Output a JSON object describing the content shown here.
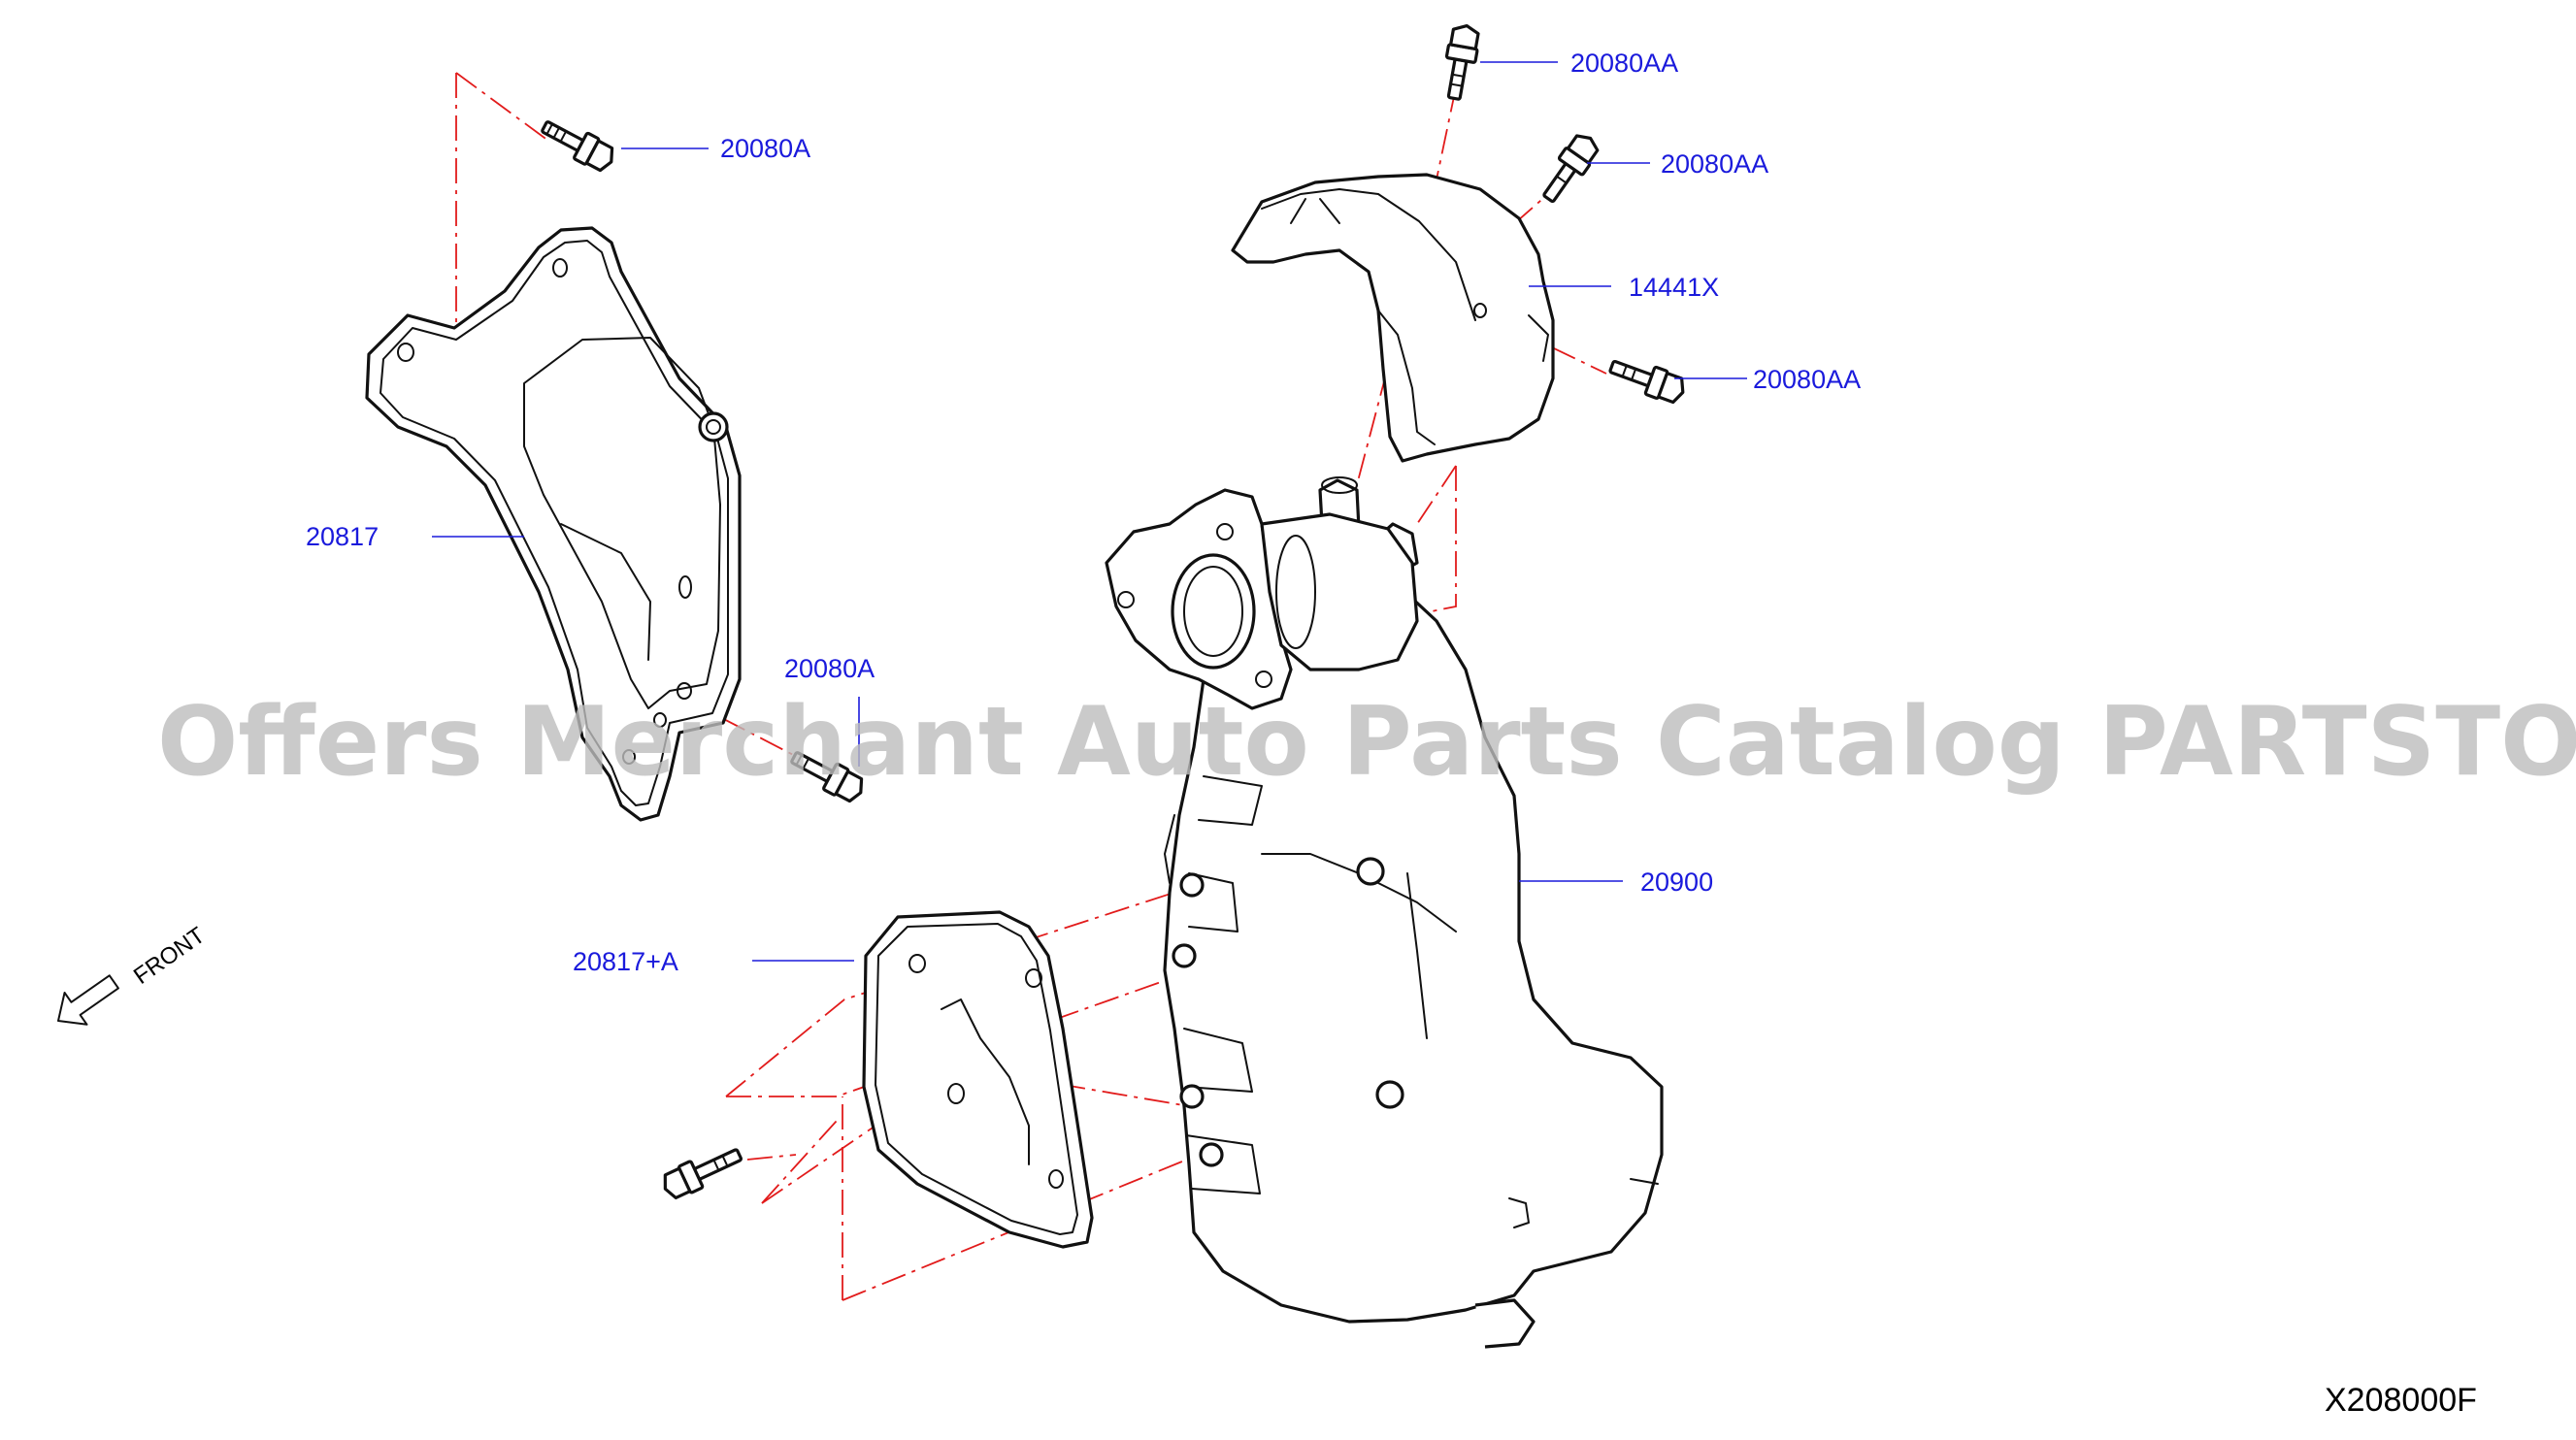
{
  "watermark": "Offers Merchant Auto Parts Catalog PARTSTORE.SA",
  "diagram_id": "X208000F",
  "orientation_label": "FRONT",
  "colors": {
    "callout": "#1a1adc",
    "centerline": "#e21b1b",
    "linework": "#111111",
    "watermark": "#bdbdbd"
  },
  "callouts": [
    {
      "id": "bolt_top_left",
      "label": "20080A"
    },
    {
      "id": "bracket_upper",
      "label": "20817"
    },
    {
      "id": "bolt_mid_left",
      "label": "20080A"
    },
    {
      "id": "plate_lower",
      "label": "20817+A"
    },
    {
      "id": "bolt_top",
      "label": "20080AA"
    },
    {
      "id": "bolt_upper_right",
      "label": "20080AA"
    },
    {
      "id": "heat_shield",
      "label": "14441X"
    },
    {
      "id": "bolt_right",
      "label": "20080AA"
    },
    {
      "id": "converter_assembly",
      "label": "20900"
    }
  ]
}
